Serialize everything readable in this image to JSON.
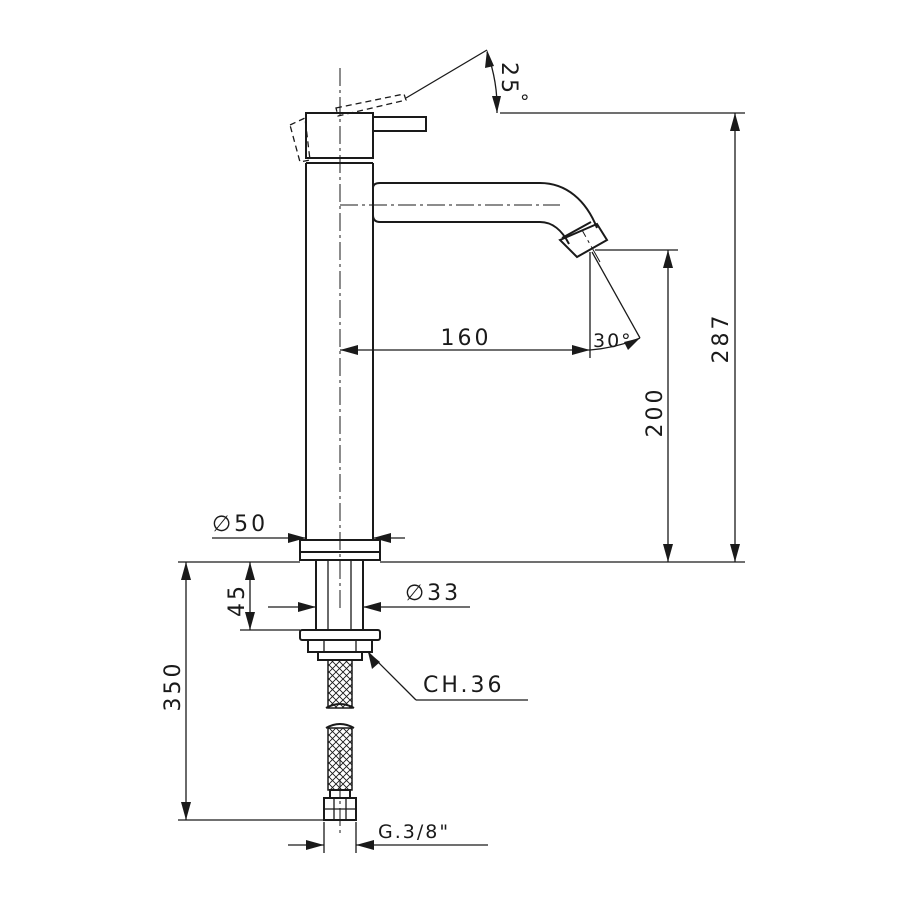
{
  "dimensions": {
    "lever_angle": "25",
    "degree_symbol": "°",
    "total_height": "287",
    "spout_reach": "160",
    "spout_angle": "30°",
    "spout_height": "200",
    "body_diameter": "∅50",
    "base_height": "45",
    "shank_diameter": "∅33",
    "nut_size": "CH.36",
    "hose_length": "350",
    "hose_thread": "G.3/8\""
  }
}
